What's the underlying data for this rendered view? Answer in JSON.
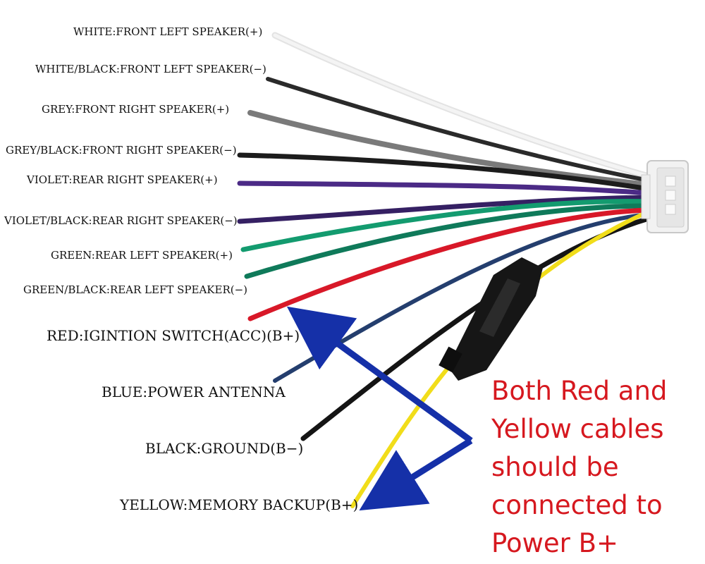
{
  "diagram": {
    "labels": [
      {
        "text": "WHITE:FRONT LEFT SPEAKER(+)",
        "color": "#f4f4f4"
      },
      {
        "text": "WHITE/BLACK:FRONT LEFT SPEAKER(−)",
        "color": "#2a2a2a"
      },
      {
        "text": "GREY:FRONT RIGHT SPEAKER(+)",
        "color": "#7a7a7a"
      },
      {
        "text": "GREY/BLACK:FRONT RIGHT SPEAKER(−)",
        "color": "#1c1c1c"
      },
      {
        "text": "VIOLET:REAR RIGHT SPEAKER(+)",
        "color": "#4b2a86"
      },
      {
        "text": "VIOLET/BLACK:REAR RIGHT SPEAKER(−)",
        "color": "#352063"
      },
      {
        "text": "GREEN:REAR LEFT SPEAKER(+)",
        "color": "#139b6f"
      },
      {
        "text": "GREEN/BLACK:REAR LEFT SPEAKER(−)",
        "color": "#0f7a5a"
      },
      {
        "text": "RED:IGINTION SWITCH(ACC)(B+)",
        "color": "#d81828"
      },
      {
        "text": "BLUE:POWER ANTENNA",
        "color": "#243e6e"
      },
      {
        "text": "BLACK:GROUND(B−)",
        "color": "#141414"
      },
      {
        "text": "YELLOW:MEMORY BACKUP(B+)",
        "color": "#f1dd1a"
      }
    ],
    "note_lines": [
      "Both Red and",
      "Yellow cables",
      "should be",
      "connected to",
      "Power B+"
    ],
    "colors": {
      "note_text": "#d6181f",
      "arrow": "#1530a8",
      "connector": "#f2f2f2",
      "fuse_holder": "#161616"
    }
  }
}
